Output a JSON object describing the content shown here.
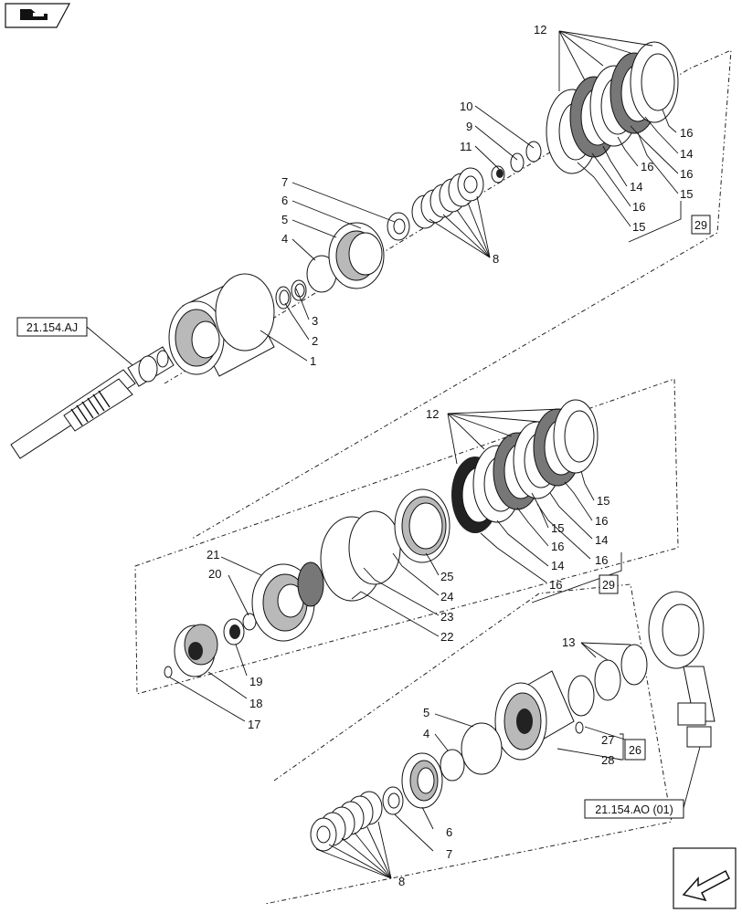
{
  "nav": {
    "prev_icon": "page-back-icon",
    "next_icon": "page-next-arrow-icon"
  },
  "references": {
    "shaft_ref": "21.154.AJ",
    "lever_ref": "21.154.AO (01)",
    "kit_29_top": "29",
    "kit_29_mid": "29",
    "kit_26": "26"
  },
  "callouts": {
    "top": {
      "c12": "12",
      "c10": "10",
      "c9": "9",
      "c11": "11",
      "c7": "7",
      "c6": "6",
      "c5": "5",
      "c4": "4",
      "c8": "8",
      "c3": "3",
      "c2": "2",
      "c1": "1",
      "r16a": "16",
      "r14a": "14",
      "r16b": "16",
      "r16c": "16",
      "r14b": "14",
      "r15a": "15",
      "r16d": "16",
      "r15b": "15"
    },
    "mid": {
      "c12": "12",
      "r15a": "15",
      "r16a": "16",
      "r15b": "15",
      "r14a": "14",
      "r16b": "16",
      "r14b": "14",
      "r16c": "16",
      "r16d": "16",
      "c21": "21",
      "c20": "20",
      "c25": "25",
      "c24": "24",
      "c23": "23",
      "c22": "22",
      "c19": "19",
      "c18": "18",
      "c17": "17"
    },
    "bottom": {
      "c13": "13",
      "c5": "5",
      "c4": "4",
      "c27": "27",
      "c28": "28",
      "c6": "6",
      "c7": "7",
      "c8": "8"
    }
  },
  "colors": {
    "line": "#111111",
    "shade": "#b9b9b9",
    "dark": "#222222"
  }
}
